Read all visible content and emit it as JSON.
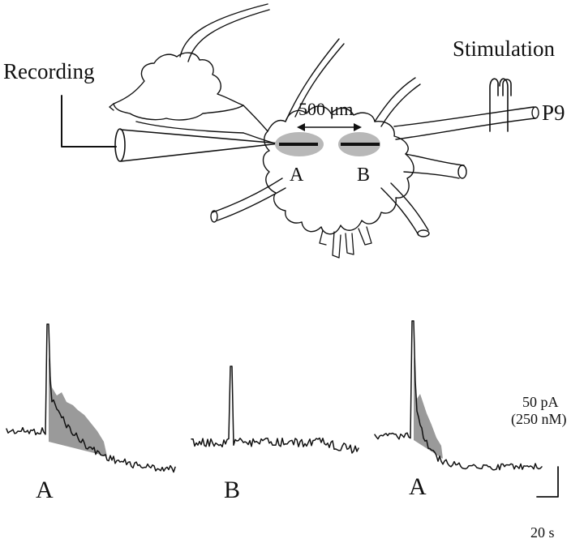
{
  "diagram": {
    "recording_label": "Recording",
    "stimulation_label": "Stimulation",
    "nerve_label": "P9",
    "distance_label": "500 μm",
    "site_a_label": "A",
    "site_b_label": "B"
  },
  "traces": {
    "labels": [
      "A",
      "B",
      "A"
    ],
    "scale_current": "50 pA",
    "scale_concentration": "(250 nM)",
    "scale_time": "20 s"
  },
  "colors": {
    "ink": "#111111",
    "site_fill": "#b8b8b8",
    "area_fill": "#9a9a9a"
  }
}
